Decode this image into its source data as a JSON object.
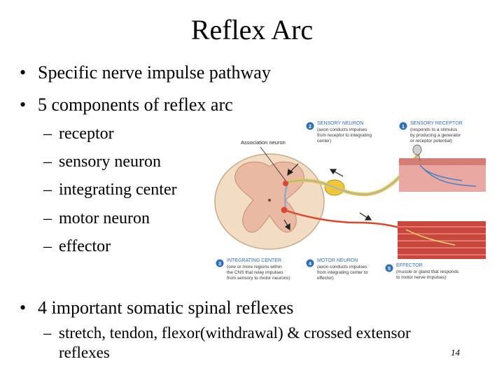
{
  "slide": {
    "title": "Reflex Arc",
    "bullets": [
      "Specific nerve impulse pathway",
      "5 components of reflex arc"
    ],
    "components": [
      "receptor",
      "sensory neuron",
      "integrating center",
      "motor neuron",
      "effector"
    ],
    "bullet3": "4 important somatic spinal reflexes",
    "sub3_line1": "stretch, tendon, flexor(withdrawal) & crossed extensor",
    "sub3_line2": "reflexes",
    "page_number": "14",
    "bullet_glyph": "•",
    "dash_glyph": "–"
  },
  "figure": {
    "association_neuron": "Association neuron",
    "labels": [
      {
        "num": "2",
        "title": "SENSORY NEURON",
        "lines": [
          "(axon conducts impulses",
          "from receptor to integrating",
          "center)"
        ]
      },
      {
        "num": "1",
        "title": "SENSORY RECEPTOR",
        "lines": [
          "(responds to a stimulus",
          "by producing a generator",
          "or receptor potential)"
        ]
      },
      {
        "num": "3",
        "title": "INTEGRATING CENTER",
        "lines": [
          "(one or more regions within",
          "the CNS that relay impulses",
          "from sensory to motor neurons)"
        ]
      },
      {
        "num": "4",
        "title": "MOTOR NEURON",
        "lines": [
          "(axon conducts impulses",
          "from integrating center to",
          "effector)"
        ]
      },
      {
        "num": "5",
        "title": "EFFECTOR",
        "lines": [
          "(muscle or gland that responds",
          "to motor nerve impulses)"
        ]
      }
    ],
    "colors": {
      "badge": "#2f6fb5",
      "cord_white": "#f3dcc4",
      "cord_gray": "#e9b9a3",
      "sensory": "#f0c63a",
      "motor": "#d9492f",
      "association": "#7fa6d6",
      "skin": "#e9a9a2",
      "muscle": "#c9473d"
    }
  }
}
